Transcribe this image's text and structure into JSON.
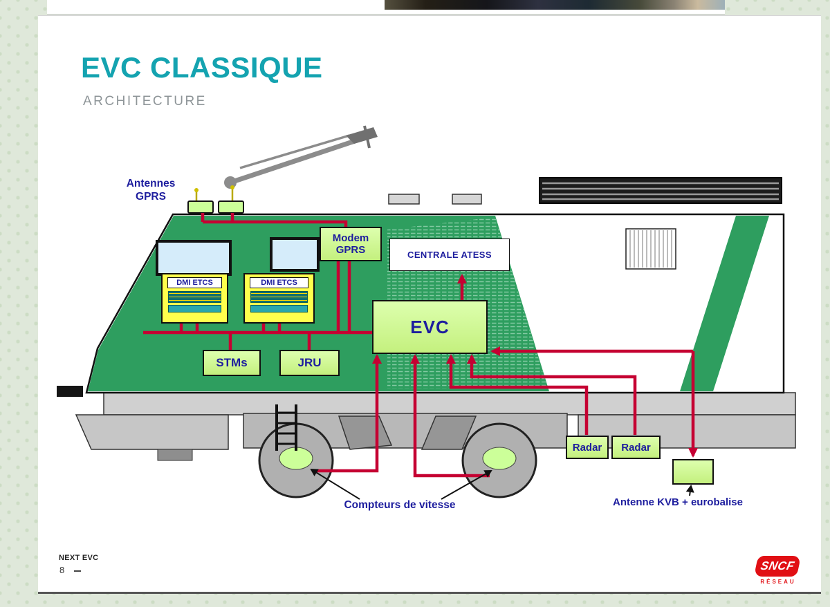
{
  "slide": {
    "title": "EVC CLASSIQUE",
    "subtitle": "ARCHITECTURE",
    "footer": {
      "project": "NEXT EVC",
      "page_number": "8"
    },
    "logo": {
      "brand": "SNCF",
      "division": "RÉSEAU"
    }
  },
  "diagram": {
    "antennes_gprs": {
      "line1": "Antennes",
      "line2": "GPRS"
    },
    "modem_gprs": {
      "line1": "Modem",
      "line2": "GPRS"
    },
    "centrale_atess": "CENTRALE ATESS",
    "dmi_etcs_1": "DMI ETCS",
    "dmi_etcs_2": "DMI ETCS",
    "evc": "EVC",
    "stms": "STMs",
    "jru": "JRU",
    "radar_1": "Radar",
    "radar_2": "Radar",
    "compteurs": "Compteurs de vitesse",
    "antenne_kvb": "Antenne KVB + eurobalise",
    "colors": {
      "train_green": "#2e9e5f",
      "component_green": "#ccff99",
      "component_yellow": "#ffff4d",
      "wire_red": "#c50032",
      "label_navy": "#1d1d9e",
      "title_teal": "#14a3b0",
      "logo_red": "#e10f14"
    }
  }
}
